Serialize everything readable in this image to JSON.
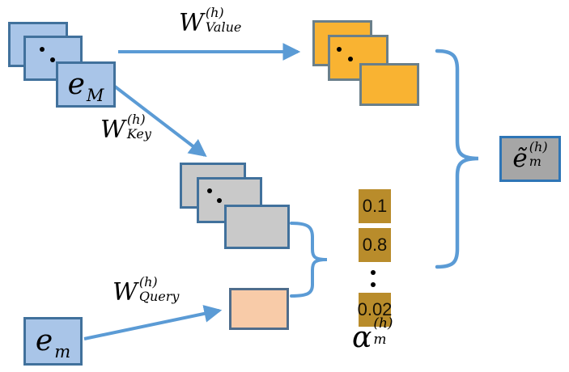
{
  "diagram": {
    "title_hint": "multi-head attention computation diagram",
    "colors": {
      "arrow_blue": "#5B9BD5",
      "blue_fill": "#A9C5E8",
      "blue_border": "#41719C",
      "orange_fill": "#F9B332",
      "orange_border": "#6A7F8A",
      "gray_fill": "#C9C9C9",
      "gray_border": "#41719C",
      "peach_fill": "#F8CBA8",
      "peach_border": "#4F6D8C",
      "gold_fill": "#B98C2B",
      "output_fill": "#A6A6A6",
      "output_border": "#2E75B6",
      "text": "#000000"
    },
    "labels": {
      "w_value": {
        "base": "W",
        "sup": "(h)",
        "sub": "Value"
      },
      "w_key": {
        "base": "W",
        "sup": "(h)",
        "sub": "Key"
      },
      "w_query": {
        "base": "W",
        "sup": "(h)",
        "sub": "Query"
      },
      "e_M": {
        "base": "e",
        "sub": "M"
      },
      "e_m": {
        "base": "e",
        "sub": "m"
      },
      "alpha": {
        "base": "α",
        "sup": "(h)",
        "sub": "m"
      },
      "e_tilde": {
        "base": "ẽ",
        "sup": "(h)",
        "sub": "m"
      }
    },
    "attention_weights": [
      "0.1",
      "0.8",
      "0.02"
    ]
  }
}
